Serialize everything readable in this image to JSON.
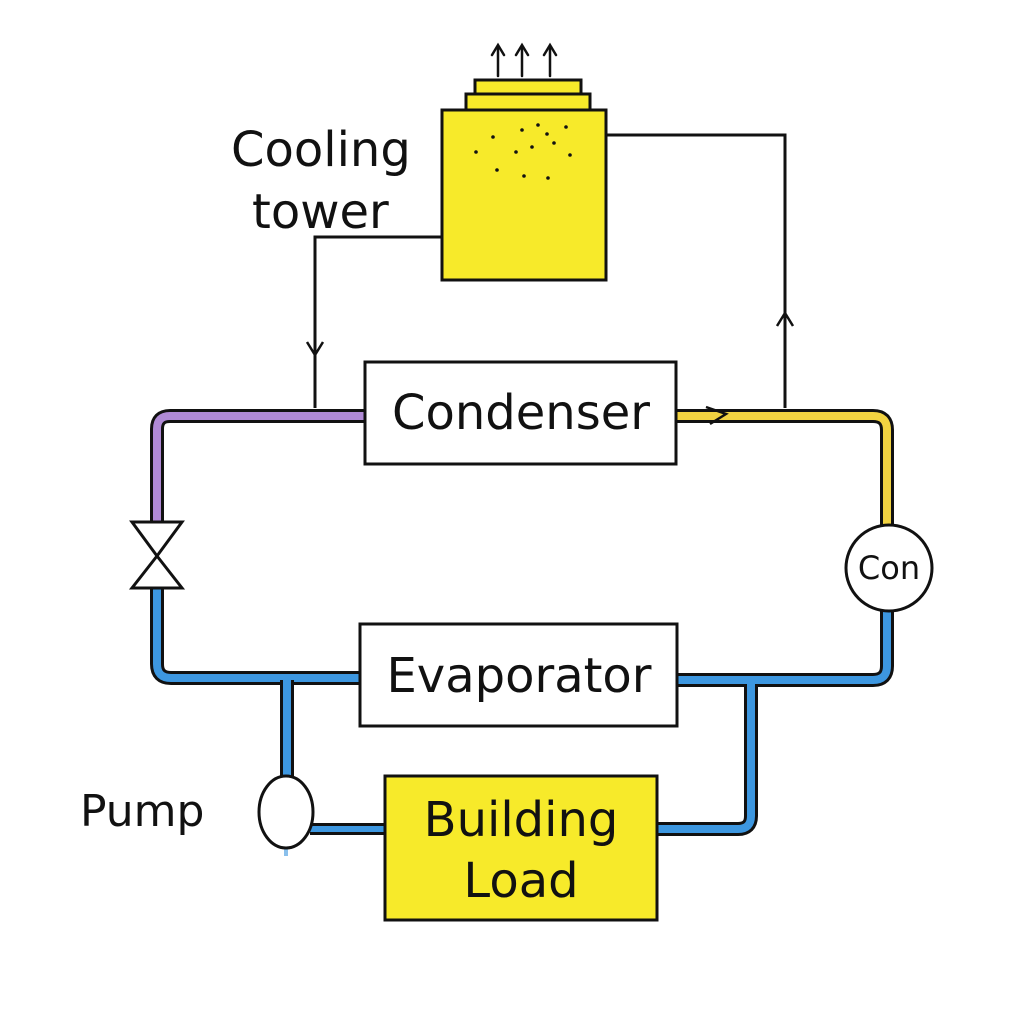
{
  "labels": {
    "cooling_tower_line1": "Cooling",
    "cooling_tower_line2": "tower",
    "condenser": "Condenser",
    "evaporator": "Evaporator",
    "compressor": "Con",
    "pump": "Pump",
    "building_load_line1": "Building",
    "building_load_line2": "Load"
  },
  "colors": {
    "tower_fill": "#f7ea2a",
    "load_fill": "#f7ea2a",
    "liquid_line": "#b08ad6",
    "hot_gas_line": "#f2d341",
    "chilled_line": "#3d97e0",
    "stroke": "#111111"
  },
  "icons": [
    "steam-arrows-icon",
    "water-droplets-icon",
    "expansion-valve-icon",
    "flow-arrow-icon"
  ]
}
